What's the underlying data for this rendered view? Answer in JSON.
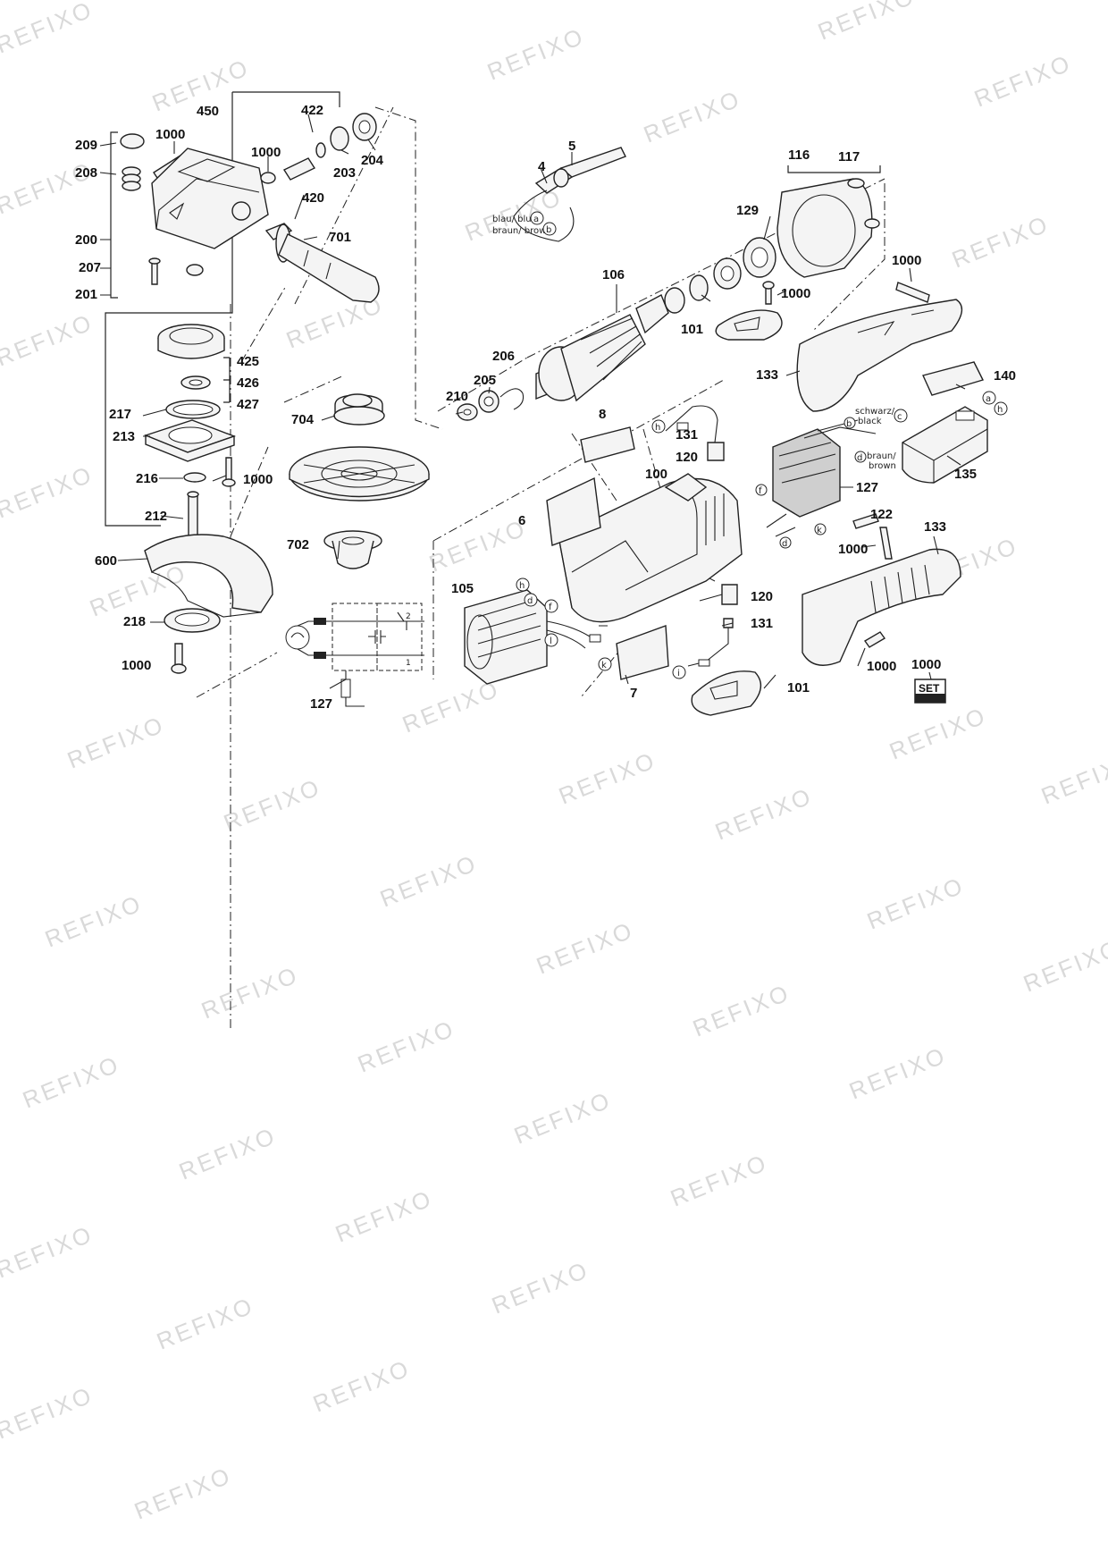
{
  "watermark": "REFIXO",
  "labels": {
    "p450": "450",
    "p422": "422",
    "p209": "209",
    "p1000a": "1000",
    "p1000b": "1000",
    "p204": "204",
    "p203": "203",
    "p208": "208",
    "p420": "420",
    "p701": "701",
    "p200": "200",
    "p207": "207",
    "p201": "201",
    "p425": "425",
    "p426": "426",
    "p427": "427",
    "p217": "217",
    "p213": "213",
    "p216": "216",
    "p1000c": "1000",
    "p212": "212",
    "p600": "600",
    "p218": "218",
    "p1000d": "1000",
    "p704": "704",
    "p702": "702",
    "p127a": "127",
    "p5": "5",
    "p4": "4",
    "p116": "116",
    "p117": "117",
    "p129": "129",
    "p106": "106",
    "p1000e": "1000",
    "p1000f": "1000",
    "p101a": "101",
    "p206": "206",
    "p205": "205",
    "p210": "210",
    "p133a": "133",
    "p140": "140",
    "p8": "8",
    "p131a": "131",
    "p120a": "120",
    "p100": "100",
    "p135": "135",
    "p127b": "127",
    "p122": "122",
    "p133b": "133",
    "p6": "6",
    "p1000g": "1000",
    "p105": "105",
    "p120b": "120",
    "p131b": "131",
    "p1000h": "1000",
    "p1000i": "1000",
    "p7": "7",
    "p101b": "101"
  },
  "wire_text": {
    "blau": "blau/ blue",
    "braun": "braun/ brown",
    "schwarz": "schwarz/",
    "black": "black",
    "braun2": "braun/",
    "brown2": "brown"
  },
  "letters": {
    "a1": "a",
    "b1": "b",
    "h1": "h",
    "h2": "h",
    "d1": "d",
    "f1": "f",
    "l1": "l",
    "k1": "k",
    "i1": "i",
    "c1": "c",
    "b2": "b",
    "d2": "d",
    "a2": "a",
    "h3": "h",
    "f2": "f",
    "k2": "k",
    "d3": "d"
  },
  "schematic": {
    "pin1": "1",
    "pin2": "2"
  },
  "set_badge": "SET"
}
